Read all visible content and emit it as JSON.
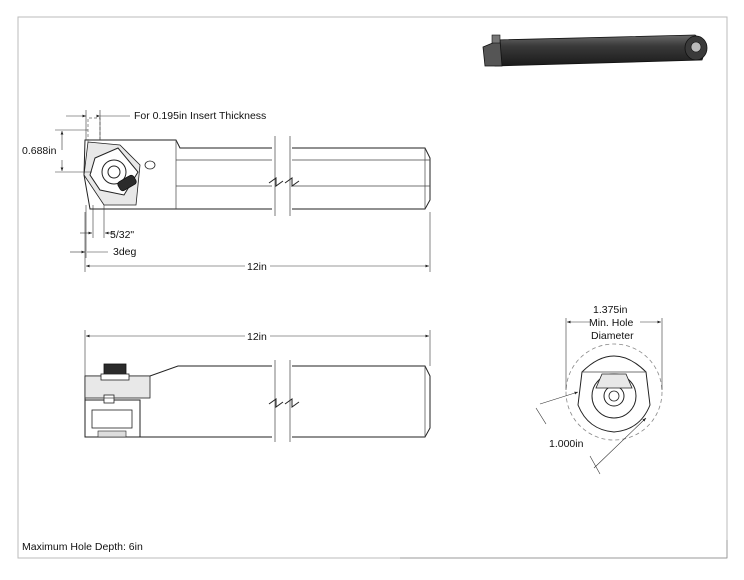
{
  "notes": {
    "insert_thickness": "For 0.195in Insert Thickness",
    "height": "0.688in",
    "offset": "5/32\"",
    "angle": "3deg",
    "length_top": "12in",
    "length_bottom": "12in",
    "min_hole_value": "1.375in",
    "min_hole_line1": "Min. Hole",
    "min_hole_line2": "Diameter",
    "shank_diameter": "1.000in",
    "max_depth": "Maximum Hole Depth: 6in"
  },
  "colors": {
    "line": "#222222",
    "shank_dark": "#2b2b2b",
    "page": "#ffffff"
  }
}
